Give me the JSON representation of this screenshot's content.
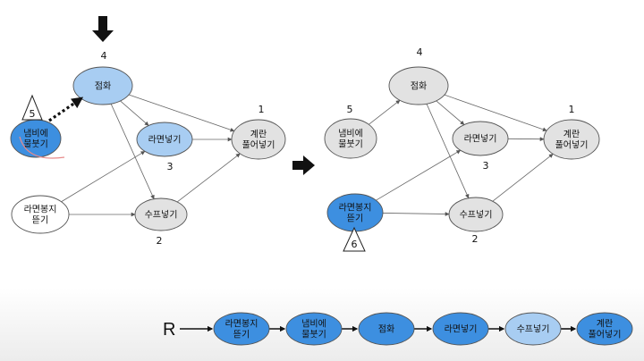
{
  "left_graph": {
    "nodes": [
      {
        "id": "jeomhwa",
        "label": [
          "점화"
        ],
        "color": "#a8cdf2",
        "number": "4"
      },
      {
        "id": "ramyeon_neotgi",
        "label": [
          "라면넣기"
        ],
        "color": "#a8cdf2",
        "number": "3"
      },
      {
        "id": "gyeran",
        "label": [
          "계란",
          "풀어넣기"
        ],
        "color": "#e2e2e2",
        "number": "1"
      },
      {
        "id": "naembi",
        "label": [
          "냄비에",
          "물붓기"
        ],
        "color": "#3d8fe0",
        "number": "5"
      },
      {
        "id": "ramyeon_bongji",
        "label": [
          "라면봉지",
          "뜯기"
        ],
        "color": "#ffffff"
      },
      {
        "id": "sup_neotgi",
        "label": [
          "수프넣기"
        ],
        "color": "#e2e2e2",
        "number": "2"
      }
    ]
  },
  "right_graph": {
    "nodes": [
      {
        "id": "jeomhwa",
        "label": [
          "점화"
        ],
        "color": "#e2e2e2",
        "number": "4"
      },
      {
        "id": "ramyeon_neotgi",
        "label": [
          "라면넣기"
        ],
        "color": "#e2e2e2",
        "number": "3"
      },
      {
        "id": "gyeran",
        "label": [
          "계란",
          "풀어넣기"
        ],
        "color": "#e2e2e2",
        "number": "1"
      },
      {
        "id": "naembi",
        "label": [
          "냄비에",
          "물붓기"
        ],
        "color": "#e2e2e2",
        "number": "5"
      },
      {
        "id": "ramyeon_bongji",
        "label": [
          "라면봉지",
          "뜯기"
        ],
        "color": "#3d8fe0",
        "number": "6"
      },
      {
        "id": "sup_neotgi",
        "label": [
          "수프넣기"
        ],
        "color": "#e2e2e2",
        "number": "2"
      }
    ]
  },
  "sequence": {
    "start_label": "R",
    "items": [
      {
        "label": [
          "라면봉지",
          "뜯기"
        ],
        "color": "#3d8fe0"
      },
      {
        "label": [
          "냄비에",
          "물붓기"
        ],
        "color": "#3d8fe0"
      },
      {
        "label": [
          "점화"
        ],
        "color": "#3d8fe0"
      },
      {
        "label": [
          "라면넣기"
        ],
        "color": "#3d8fe0"
      },
      {
        "label": [
          "수프넣기"
        ],
        "color": "#a8cdf2"
      },
      {
        "label": [
          "계란",
          "풀어넣기"
        ],
        "color": "#3d8fe0"
      }
    ]
  },
  "colors": {
    "stroke": "#555555",
    "edge": "#666666",
    "highlight_circle": "#e88a8a",
    "arrow": "#111111"
  }
}
